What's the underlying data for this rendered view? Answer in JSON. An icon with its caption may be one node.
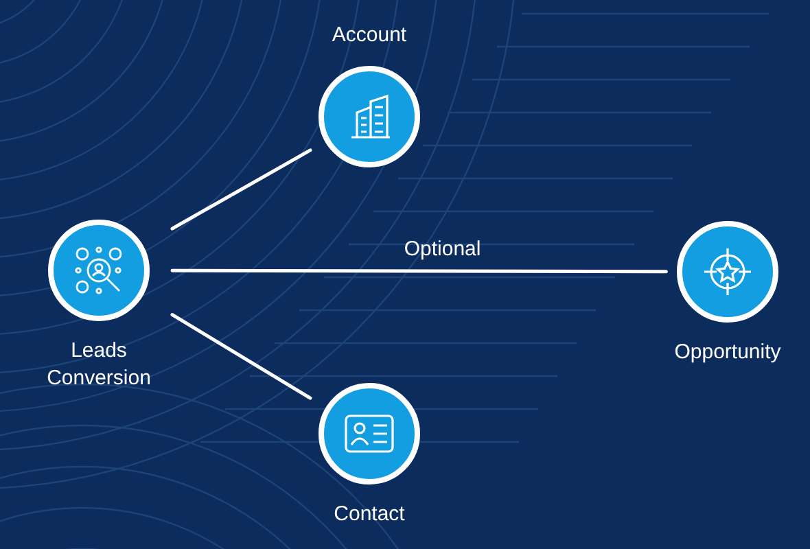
{
  "diagram": {
    "nodes": [
      {
        "text": [
          "Account"
        ]
      },
      {
        "text": [
          "Leads Conversion"
        ]
      },
      {
        "text": [
          "Opportunity"
        ]
      },
      {
        "text": [
          "Contact"
        ]
      }
    ],
    "edges": [
      {
        "from": 1,
        "to": 0,
        "arrow": "none"
      },
      {
        "from": 1,
        "to": 2,
        "arrow": "none",
        "label": "Optional"
      },
      {
        "from": 1,
        "to": 3,
        "arrow": "none"
      }
    ]
  }
}
